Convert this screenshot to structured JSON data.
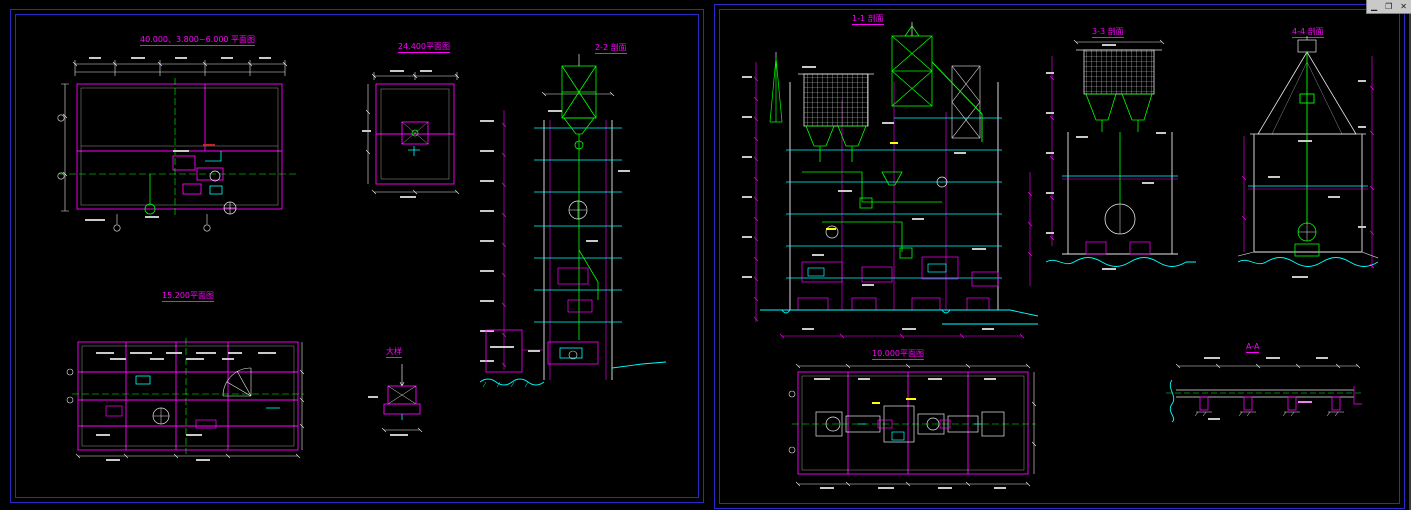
{
  "window": {
    "controls": [
      {
        "name": "minimize",
        "glyph": "▁"
      },
      {
        "name": "restore",
        "glyph": "❐"
      },
      {
        "name": "close",
        "glyph": "✕"
      }
    ]
  },
  "palette": {
    "background": "#000000",
    "sheet_border": "#2a2ac8",
    "magenta": "#ff00ff",
    "cyan": "#00ffff",
    "green": "#00ff00",
    "white": "#ffffff",
    "yellow": "#ffff00"
  },
  "sheets": {
    "left": {
      "views": {
        "plan_top": {
          "title": "40.000、3.800~6.000 平面图"
        },
        "plan_24400": {
          "title": "24.400平面图"
        },
        "section_2_2": {
          "title": "2-2 剖面"
        },
        "plan_15200": {
          "title": "15.200平面图"
        },
        "detail": {
          "title": "大样"
        }
      }
    },
    "right": {
      "views": {
        "section_1_1": {
          "title": "1-1 剖面"
        },
        "section_3_3": {
          "title": "3-3 剖面"
        },
        "section_4_4": {
          "title": "4-4 剖面"
        },
        "plan_10000": {
          "title": "10.000平面图"
        },
        "section_a_a": {
          "title": "A-A"
        }
      }
    }
  }
}
